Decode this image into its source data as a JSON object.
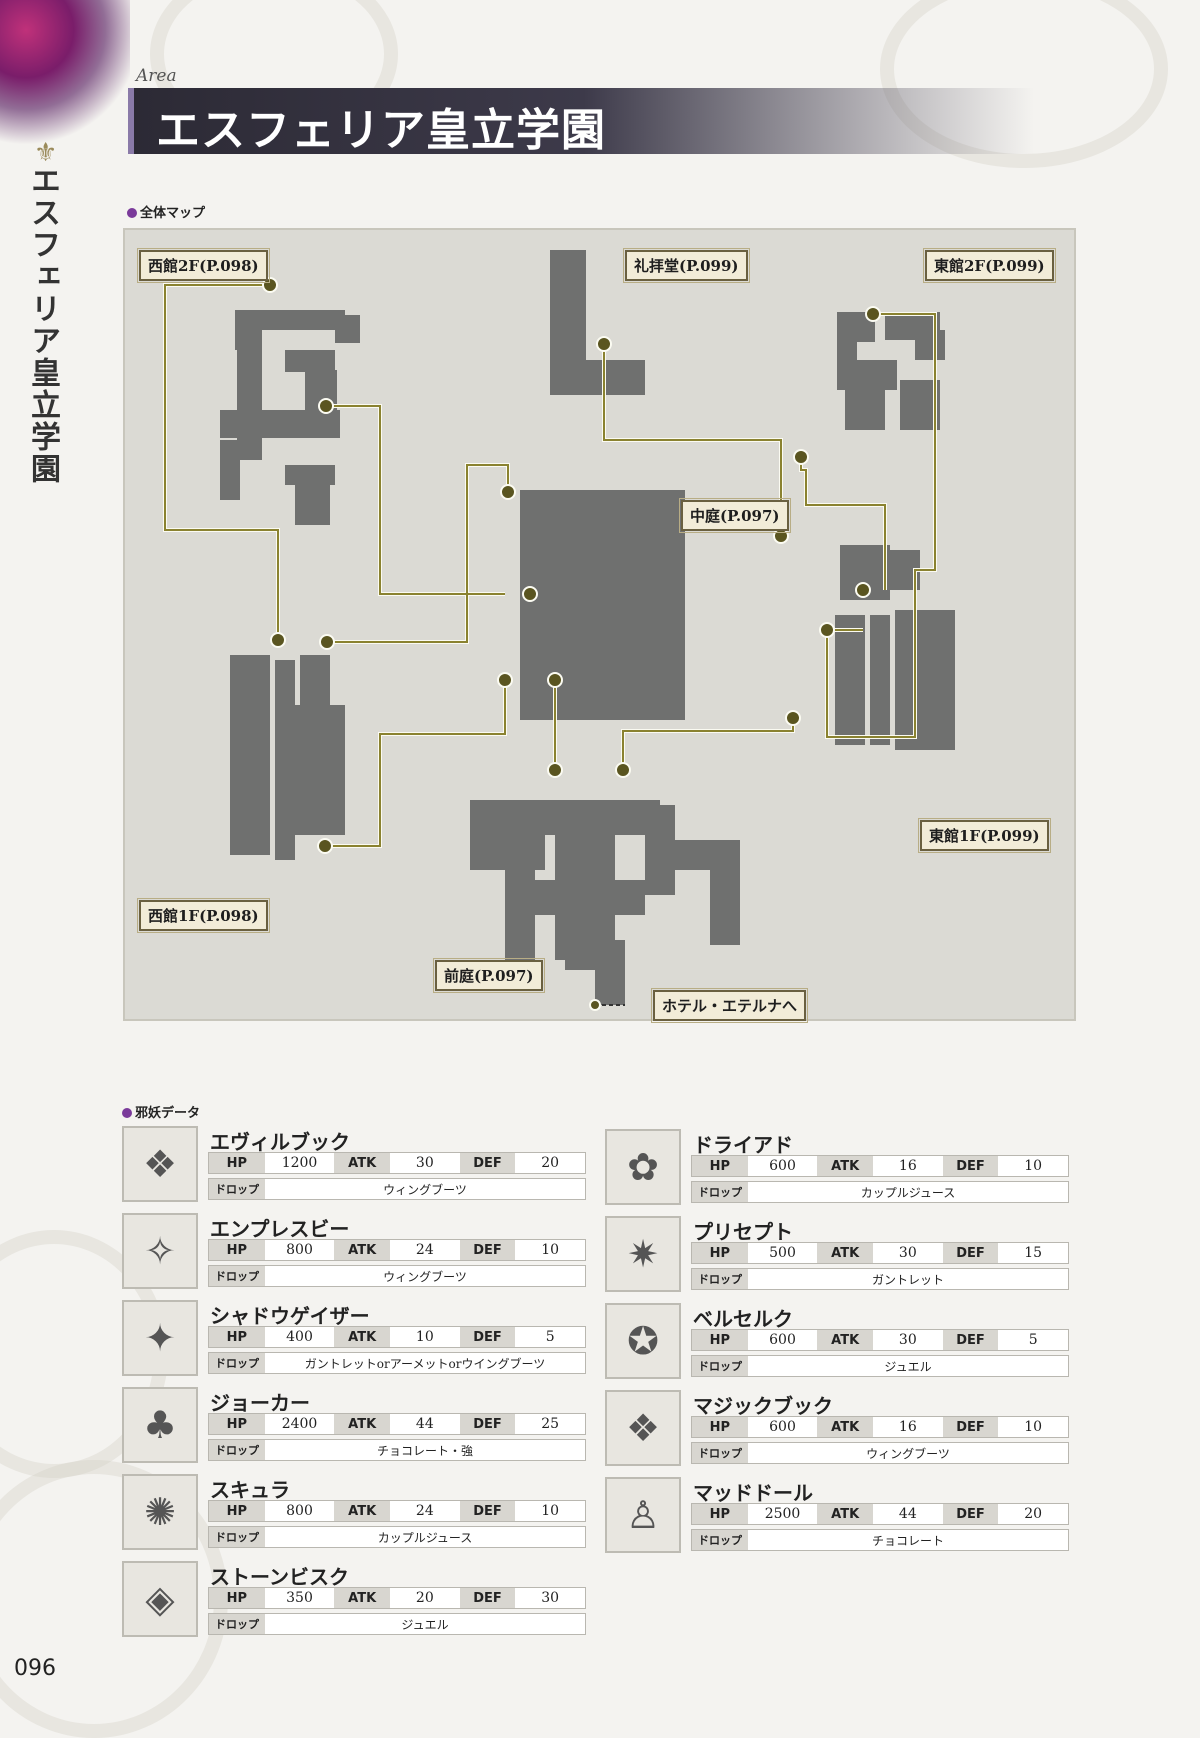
{
  "header": {
    "area_script": "Area",
    "title": "エスフェリア皇立学園",
    "side_title": "エスフェリア皇立学園"
  },
  "map": {
    "section_label": "全体マップ",
    "labels": {
      "west2f": "西館2F(P.098)",
      "chapel": "礼拝堂(P.099)",
      "east2f": "東館2F(P.099)",
      "courtyard": "中庭(P.097)",
      "east1f": "東館1F(P.099)",
      "west1f": "西館1F(P.098)",
      "frontyard": "前庭(P.097)",
      "hotel": "ホテル・エテルナへ"
    }
  },
  "monsters_section": {
    "label": "邪妖データ",
    "stat_labels": {
      "hp": "HP",
      "atk": "ATK",
      "def": "DEF",
      "drop": "ドロップ"
    },
    "left": [
      {
        "name": "エヴィルブック",
        "hp": "1200",
        "atk": "30",
        "def": "20",
        "drop": "ウィングブーツ"
      },
      {
        "name": "エンプレスビー",
        "hp": "800",
        "atk": "24",
        "def": "10",
        "drop": "ウィングブーツ"
      },
      {
        "name": "シャドウゲイザー",
        "hp": "400",
        "atk": "10",
        "def": "5",
        "drop": "ガントレットorアーメットorウイングブーツ"
      },
      {
        "name": "ジョーカー",
        "hp": "2400",
        "atk": "44",
        "def": "25",
        "drop": "チョコレート・強"
      },
      {
        "name": "スキュラ",
        "hp": "800",
        "atk": "24",
        "def": "10",
        "drop": "カップルジュース"
      },
      {
        "name": "ストーンビスク",
        "hp": "350",
        "atk": "20",
        "def": "30",
        "drop": "ジュエル"
      }
    ],
    "right": [
      {
        "name": "ドライアド",
        "hp": "600",
        "atk": "16",
        "def": "10",
        "drop": "カップルジュース"
      },
      {
        "name": "プリセプト",
        "hp": "500",
        "atk": "30",
        "def": "15",
        "drop": "ガントレット"
      },
      {
        "name": "ベルセルク",
        "hp": "600",
        "atk": "30",
        "def": "5",
        "drop": "ジュエル"
      },
      {
        "name": "マジックブック",
        "hp": "600",
        "atk": "16",
        "def": "10",
        "drop": "ウィングブーツ"
      },
      {
        "name": "マッドドール",
        "hp": "2500",
        "atk": "44",
        "def": "20",
        "drop": "チョコレート"
      }
    ]
  },
  "footer": {
    "page_number": "096"
  }
}
